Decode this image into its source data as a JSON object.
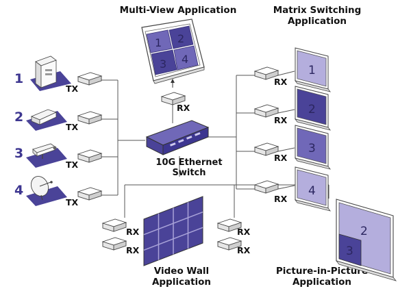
{
  "titles": {
    "multiview_line1": "Multi-View Application",
    "matrix_line1": "Matrix Switching",
    "matrix_line2": "Application",
    "switch_line1": "10G Ethernet",
    "switch_line2": "Switch",
    "videowall_line1": "Video Wall",
    "videowall_line2": "Application",
    "pip_line1": "Picture-in-Picture",
    "pip_line2": "Application"
  },
  "sources": [
    {
      "num": "1",
      "icon": "computer-tower-icon",
      "tx": "TX"
    },
    {
      "num": "2",
      "icon": "media-player-icon",
      "tx": "TX"
    },
    {
      "num": "3",
      "icon": "security-camera-icon",
      "tx": "TX"
    },
    {
      "num": "4",
      "icon": "satellite-dish-icon",
      "tx": "TX"
    }
  ],
  "multiview": {
    "rx": "RX",
    "quadrants": [
      "1",
      "2",
      "3",
      "4"
    ]
  },
  "matrix": [
    {
      "rx": "RX",
      "screen": "1"
    },
    {
      "rx": "RX",
      "screen": "2"
    },
    {
      "rx": "RX",
      "screen": "3"
    },
    {
      "rx": "RX",
      "screen": "4"
    }
  ],
  "videowall": {
    "rx_left": [
      "RX",
      "RX"
    ],
    "rx_right": [
      "RX",
      "RX"
    ]
  },
  "pip": {
    "main": "2",
    "inset": "3"
  },
  "colors": {
    "purple_dark": "#4a4398",
    "purple_mid": "#7068b8",
    "purple_light": "#b4aedd",
    "outline": "#333333"
  }
}
